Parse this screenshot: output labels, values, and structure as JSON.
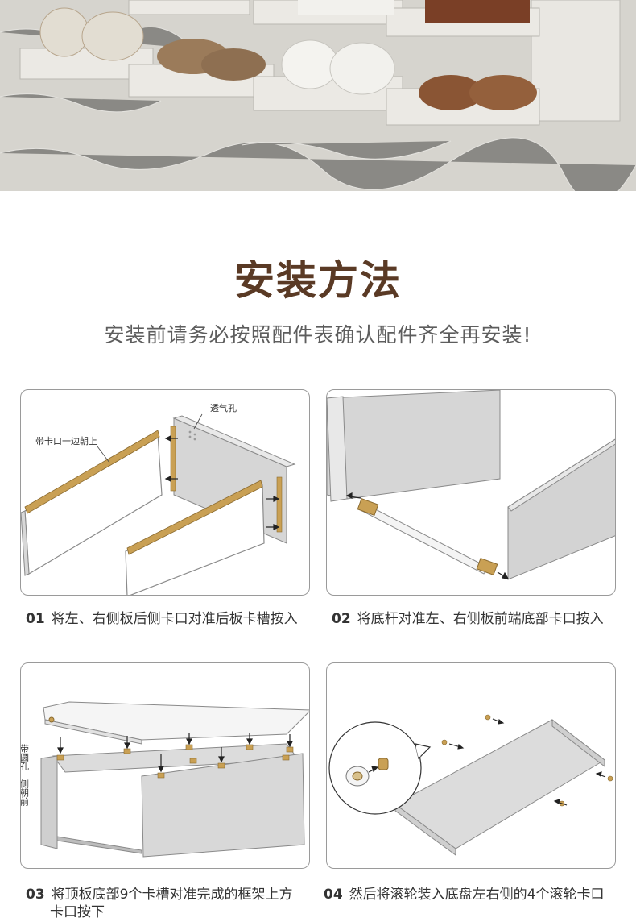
{
  "heading": {
    "title": "安装方法",
    "subtitle": "安装前请务必按照配件表确认配件齐全再安装!"
  },
  "steps": [
    {
      "number": "01",
      "text": "将左、右侧板后侧卡口对准后板卡槽按入",
      "labels": {
        "clip_side_up": "带卡口一边朝上",
        "vent_holes": "透气孔"
      }
    },
    {
      "number": "02",
      "text": "将底杆对准左、右侧板前端底部卡口按入"
    },
    {
      "number": "03",
      "text_line1": "将顶板底部9个卡槽对准完成的框架上方",
      "text_line2": "卡口按下",
      "labels": {
        "round_hole_front": "带圆孔一侧朝前"
      }
    },
    {
      "number": "04",
      "text": "然后将滚轮装入底盘左右侧的4个滚轮卡口"
    }
  ],
  "colors": {
    "title": "#5a3a25",
    "accent_tab": "#c9a054",
    "panel_border": "#9a9a9a"
  }
}
